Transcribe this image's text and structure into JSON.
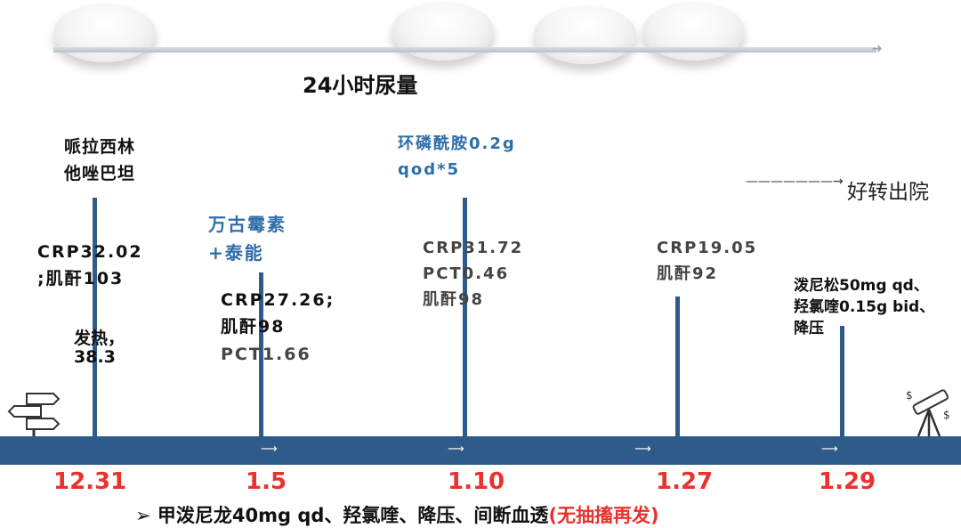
{
  "heading": "24小时尿量",
  "dates": [
    "12.31",
    "1.5",
    "1.10",
    "1.27",
    "1.29"
  ],
  "events": {
    "e1_drugs": [
      "哌拉西林",
      "他唑巴坦"
    ],
    "e1_labs": [
      "CRP32.02",
      ";肌酐103"
    ],
    "e1_fever": [
      "发热，",
      "38.3"
    ],
    "e2_drugs": [
      "万古霉素",
      "+泰能"
    ],
    "e2_labs": [
      "CRP27.26;",
      "肌酐98",
      "PCT1.66"
    ],
    "e3_drugs": [
      "环磷酰胺0.2g",
      "qod*5"
    ],
    "e3_labs": [
      "CRP31.72",
      "PCT0.46",
      "肌酐98"
    ],
    "e4_labs": [
      "CRP19.05",
      "肌酐92"
    ],
    "e5_drugs": [
      "泼尼松50mg qd、",
      "羟氯喹0.15g bid、",
      "降压"
    ]
  },
  "discharge": "好转出院",
  "footer": {
    "bullet": "➢",
    "text": "甲泼尼龙40mg qd、羟氯喹、降压、间断血透",
    "highlight": "(无抽搐再发)"
  },
  "colors": {
    "accent_blue": "#2e6ea8",
    "bar": "#2f5b8a",
    "date_red": "#e8322e"
  },
  "icons": [
    "signpost-icon",
    "telescope-icon"
  ]
}
